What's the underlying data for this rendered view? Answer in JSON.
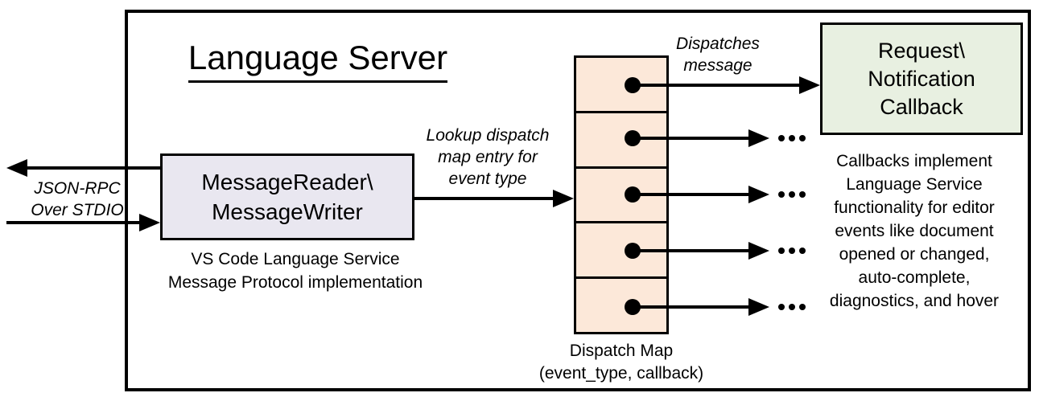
{
  "title": "Language Server",
  "io_label": {
    "line1": "JSON-RPC",
    "line2": "Over STDIO"
  },
  "message_box": {
    "line1": "MessageReader\\",
    "line2": "MessageWriter",
    "caption_line1": "VS Code Language Service",
    "caption_line2": "Message Protocol implementation"
  },
  "lookup_label": {
    "line1": "Lookup dispatch",
    "line2": "map entry for",
    "line3": "event type"
  },
  "dispatches_label": {
    "line1": "Dispatches",
    "line2": "message"
  },
  "callback_box": {
    "line1": "Request\\",
    "line2": "Notification",
    "line3": "Callback"
  },
  "dispatch_map": {
    "cell_count": 5,
    "caption_line1": "Dispatch Map",
    "caption_line2": "(event_type, callback)"
  },
  "callbacks_note": {
    "line1": "Callbacks implement",
    "line2": "Language Service",
    "line3": "functionality for editor",
    "line4": "events like document",
    "line5": "opened or changed,",
    "line6": "auto-complete,",
    "line7": "diagnostics, and hover"
  },
  "icons": {
    "dispatch_entry": "filled-dot",
    "more_callbacks": "horizontal-ellipsis",
    "arrows": "solid-black-arrow"
  },
  "colors": {
    "line": "#000000",
    "background": "#ffffff",
    "message_box_fill": "#e9e7f0",
    "dispatch_map_fill": "#fce8d9",
    "callback_box_fill": "#e8f0e1"
  }
}
